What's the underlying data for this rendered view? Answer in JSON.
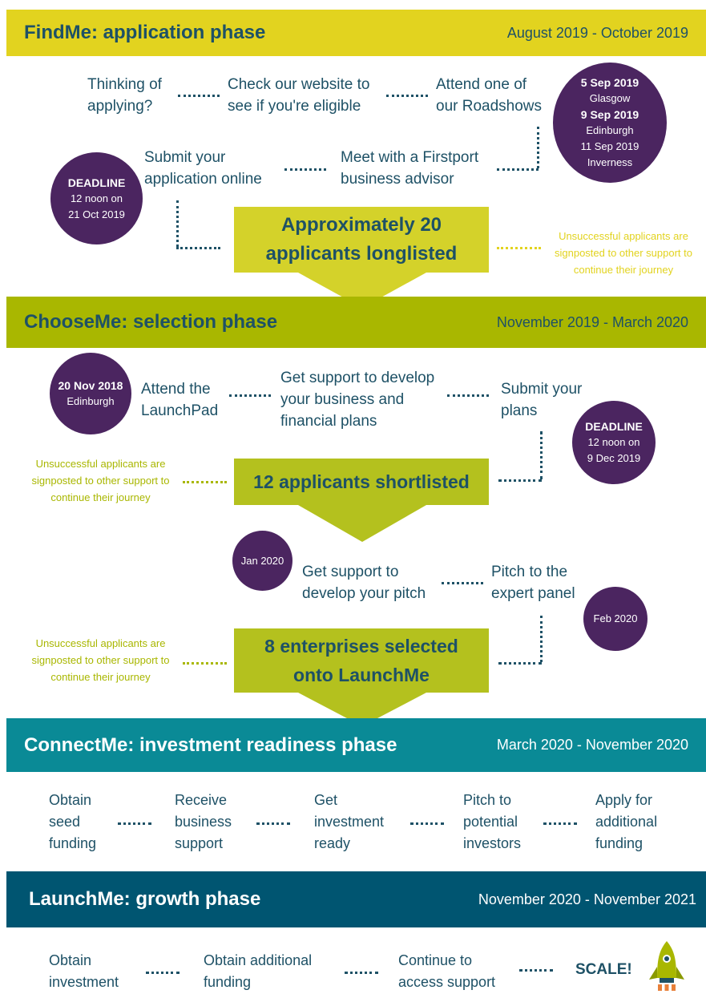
{
  "colors": {
    "find_band": "#e2d31f",
    "choose_band": "#a9b700",
    "connect_band": "#0a8a96",
    "launch_band": "#005571",
    "text_dark": "#1e5166",
    "circle": "#4b2560",
    "find_box": "#d4d22a",
    "choose_box": "#b4c11e"
  },
  "find": {
    "title": "FindMe: application phase",
    "dates": "August 2019 - October 2019",
    "thinking": "Thinking of applying?",
    "check": "Check our website to see if you're eligible",
    "attend": "Attend one of our Roadshows",
    "roadshow_d1": "5 Sep 2019",
    "roadshow_p1": "Glasgow",
    "roadshow_d2": "9 Sep 2019",
    "roadshow_p2": "Edinburgh",
    "roadshow_d3": "11 Sep 2019",
    "roadshow_p3": "Inverness",
    "meet": "Meet with a Firstport business advisor",
    "submit": "Submit your application online",
    "deadline_label": "DEADLINE",
    "deadline_time": "12 noon on",
    "deadline_date": "21 Oct 2019",
    "longlist": "Approximately 20 applicants longlisted",
    "unsuccessful": "Unsuccessful applicants are signposted to other support to continue their journey"
  },
  "choose": {
    "title": "ChooseMe: selection phase",
    "dates": "November 2019 - March 2020",
    "launchpad_date": "20 Nov 2018",
    "launchpad_place": "Edinburgh",
    "attend": "Attend the LaunchPad",
    "support_plans": "Get support to develop your business and financial plans",
    "submit_plans": "Submit your plans",
    "deadline_label": "DEADLINE",
    "deadline_time": "12 noon on",
    "deadline_date": "9 Dec 2019",
    "shortlist": "12 applicants shortlisted",
    "unsuccessful_1": "Unsuccessful applicants are signposted to other support to continue their journey",
    "jan": "Jan 2020",
    "support_pitch": "Get support to develop your pitch",
    "pitch_panel": "Pitch to the expert panel",
    "feb": "Feb 2020",
    "selected": "8 enterprises selected onto LaunchMe",
    "unsuccessful_2": "Unsuccessful applicants are signposted to other support to continue their journey"
  },
  "connect": {
    "title": "ConnectMe: investment readiness phase",
    "dates": "March 2020 - November 2020",
    "step1": "Obtain seed funding",
    "step2": "Receive business support",
    "step3": "Get investment ready",
    "step4": "Pitch to potential investors",
    "step5": "Apply for additional funding"
  },
  "launch": {
    "title": "LaunchMe: growth phase",
    "dates": "November 2020 - November 2021",
    "step1": "Obtain investment",
    "step2": "Obtain additional funding",
    "step3": "Continue to access support",
    "scale": "SCALE!",
    "rocket_icon": "rocket-icon"
  }
}
